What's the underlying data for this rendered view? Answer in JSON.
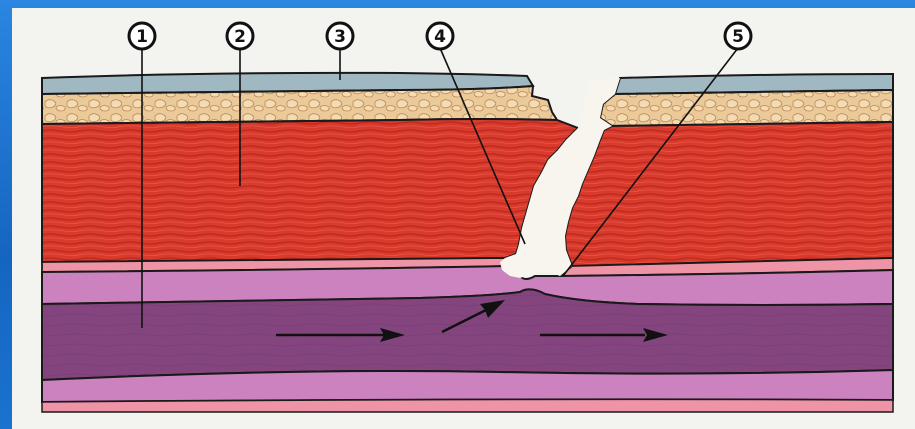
{
  "diagram": {
    "labels": [
      {
        "id": "1",
        "text": "1"
      },
      {
        "id": "2",
        "text": "2"
      },
      {
        "id": "3",
        "text": "3"
      },
      {
        "id": "4",
        "text": "4"
      },
      {
        "id": "5",
        "text": "5"
      }
    ],
    "layers": [
      "skin",
      "fat",
      "muscle",
      "fascia",
      "vessel-wall",
      "lumen"
    ],
    "colors": {
      "skin": "#9fb8c1",
      "fat": "#e8c79a",
      "muscle": "#d8392b",
      "fascia": "#ef94a6",
      "vessel_wall": "#cc82bf",
      "lumen": "#84457f",
      "background": "#f3f3ef",
      "frame": "#1a6fc4"
    },
    "arrows_count": 3
  }
}
